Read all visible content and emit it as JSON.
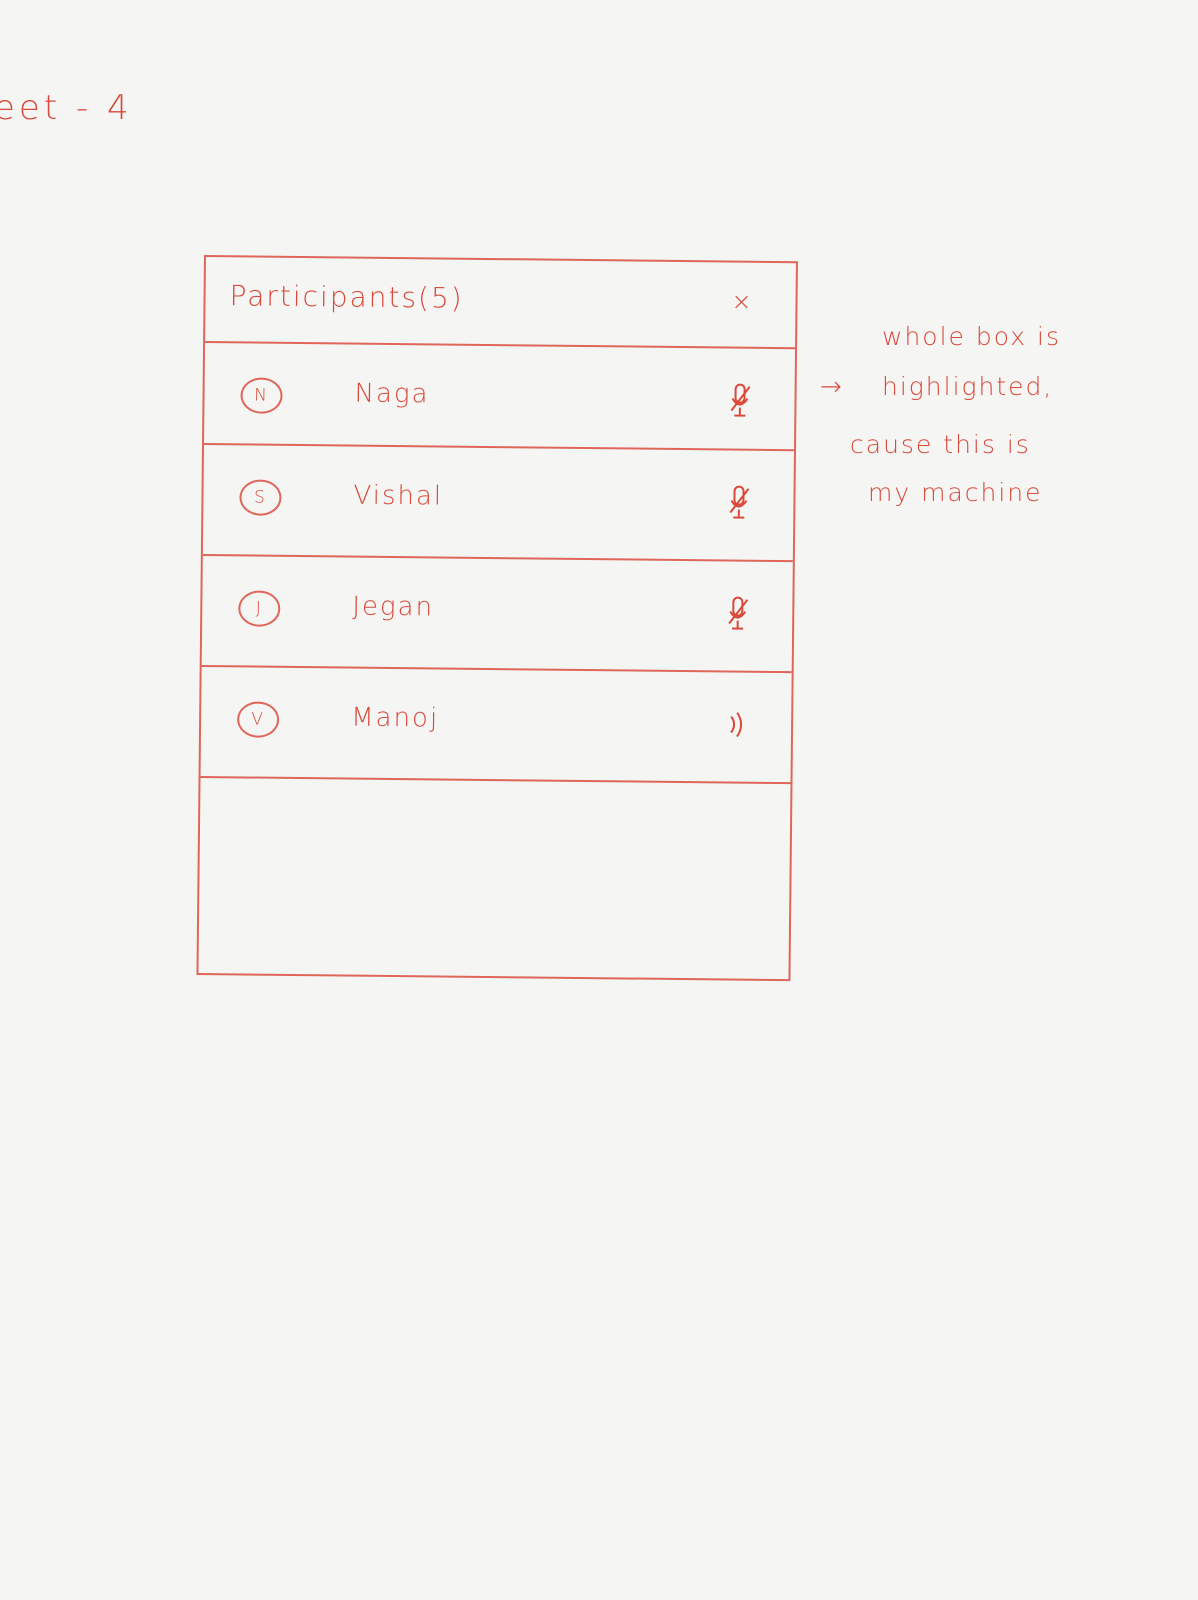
{
  "sheet": {
    "label": "eet - 4"
  },
  "panel": {
    "title": "Participants(5)",
    "close_label": "×",
    "participants": [
      {
        "initial": "N",
        "name": "Naga",
        "status_icon": "mic-muted-icon",
        "highlighted": true
      },
      {
        "initial": "S",
        "name": "Vishal",
        "status_icon": "mic-muted-icon",
        "highlighted": false
      },
      {
        "initial": "J",
        "name": "Jegan",
        "status_icon": "mic-muted-icon",
        "highlighted": false
      },
      {
        "initial": "V",
        "name": "Manoj",
        "status_icon": "speaking-icon",
        "highlighted": false
      }
    ]
  },
  "annotation": {
    "arrow": "→",
    "lines": [
      "whole box is",
      "highlighted,",
      "cause this is",
      "my machine"
    ]
  },
  "colors": {
    "ink": "#d9493a",
    "paper": "#f5f5f4"
  }
}
